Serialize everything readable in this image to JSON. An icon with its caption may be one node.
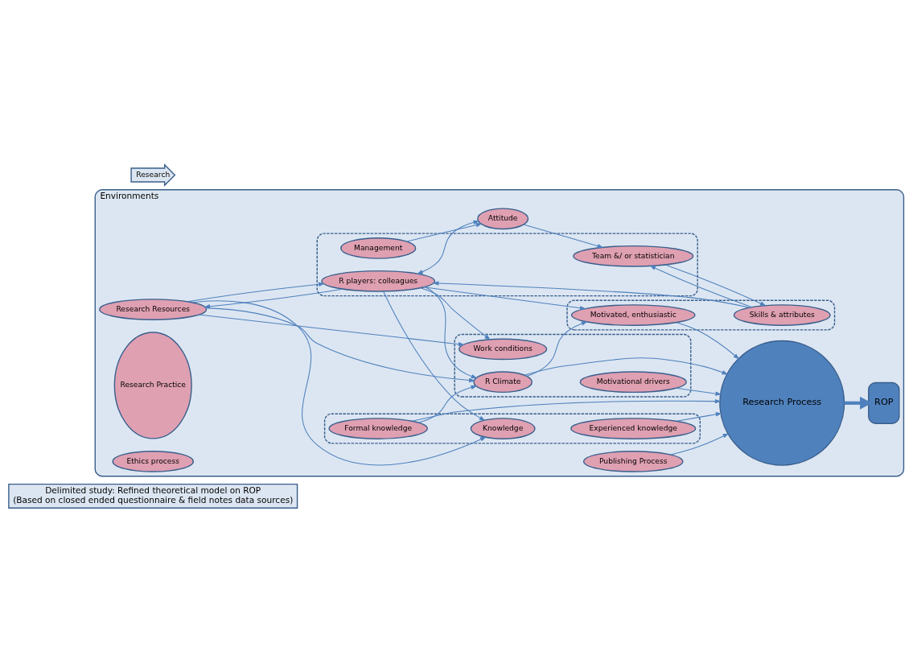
{
  "diagram": {
    "nodes": [
      {
        "text": [
          "Delimited study: Refined theoretical model on ROP",
          "(Based on closed ended questionnaire & field notes data sources)"
        ]
      },
      {
        "text": [
          "Environments"
        ]
      },
      {
        "text": [
          "Research"
        ]
      },
      {
        "text": [],
        "shape": "ellipse",
        "in": 1
      },
      {
        "text": [
          "Knowledge"
        ],
        "in": 3
      },
      {
        "text": [
          "Experienced knowledge"
        ],
        "in": 3
      },
      {
        "text": [
          "Formal knowledge"
        ],
        "in": 3
      },
      {
        "text": [
          "Research Resources"
        ],
        "in": 1
      },
      {
        "text": [
          "Publishing Process"
        ],
        "in": 1
      },
      {
        "text": [
          "Research Practice"
        ],
        "in": 1
      },
      {
        "text": [
          "Research Process"
        ],
        "in": 1
      },
      {
        "text": [
          "Ethics process"
        ],
        "in": 1
      },
      {
        "text": [
          "ROP"
        ],
        "in": 1
      },
      {
        "text": [],
        "shape": "ellipse",
        "in": 1
      },
      {
        "text": [
          "Management"
        ],
        "in": 13
      },
      {
        "text": [
          "R players: colleagues"
        ],
        "in": 13
      },
      {
        "text": [
          "Team &/ or statistician"
        ],
        "in": 13
      },
      {
        "text": [],
        "shape": "ellipse",
        "in": 1
      },
      {
        "text": [
          "Work conditions"
        ],
        "in": 17
      },
      {
        "text": [
          "R Climate"
        ],
        "in": 17
      },
      {
        "text": [
          "Motivational drivers"
        ],
        "in": 17
      },
      {
        "text": [
          "Attitude"
        ],
        "in": 1
      },
      {
        "text": [],
        "shape": "ellipse",
        "in": 1
      },
      {
        "text": [
          "Skills & attributes"
        ],
        "in": 22
      },
      {
        "text": [
          "Motivated, enthusiastic"
        ],
        "in": 22
      }
    ],
    "edges": [
      {
        "from": 7,
        "to": 4,
        "arrow": "to"
      },
      {
        "from": 15,
        "to": 4,
        "arrow": "to"
      },
      {
        "from": 15,
        "to": 7,
        "arrow": "to"
      },
      {
        "from": 7,
        "to": 15,
        "arrow": "to"
      },
      {
        "from": 7,
        "to": 19,
        "arrow": "to"
      },
      {
        "from": 7,
        "to": 18,
        "arrow": "to"
      },
      {
        "from": 6,
        "to": 19,
        "arrow": "to"
      },
      {
        "from": 5,
        "to": 10,
        "arrow": "to"
      },
      {
        "from": 6,
        "to": 10,
        "arrow": "to"
      },
      {
        "from": 8,
        "to": 10,
        "arrow": "to"
      },
      {
        "from": 15,
        "to": 18,
        "arrow": "to"
      },
      {
        "from": 15,
        "to": 19,
        "arrow": "to"
      },
      {
        "from": 15,
        "to": 24,
        "arrow": "to"
      },
      {
        "from": 16,
        "to": 23,
        "arrow": "to"
      },
      {
        "from": 14,
        "to": 21,
        "arrow": "to"
      },
      {
        "from": 15,
        "to": 21,
        "arrow": "both"
      },
      {
        "from": 21,
        "to": 16,
        "arrow": "to"
      },
      {
        "from": 23,
        "to": 15,
        "arrow": "to"
      },
      {
        "from": 23,
        "to": 16,
        "arrow": "to"
      },
      {
        "from": 20,
        "to": 10,
        "arrow": "to"
      },
      {
        "from": 19,
        "to": 10,
        "arrow": "to"
      },
      {
        "from": 19,
        "to": 24,
        "arrow": "to"
      },
      {
        "from": 24,
        "to": 10,
        "arrow": "to"
      },
      {
        "from": 10,
        "to": 12,
        "arrow": "to",
        "style": "thick"
      }
    ]
  }
}
